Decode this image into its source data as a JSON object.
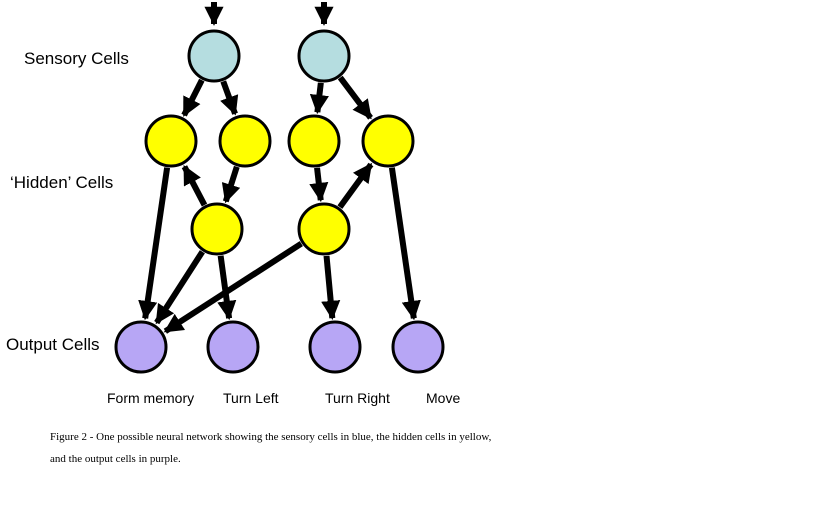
{
  "row_labels": {
    "sensory": "Sensory Cells",
    "hidden": "‘Hidden’ Cells",
    "output": "Output Cells"
  },
  "output_labels": [
    "Form memory",
    "Turn Left",
    "Turn Right",
    "Move"
  ],
  "caption": {
    "line1": "Figure 2 - One possible neural network showing the sensory cells in blue, the hidden cells in yellow,",
    "line2": "and the output cells in purple."
  },
  "colors": {
    "sensory": "#b5dde0",
    "hidden": "#ffff00",
    "output": "#b7a6f5",
    "stroke": "#000000"
  }
}
